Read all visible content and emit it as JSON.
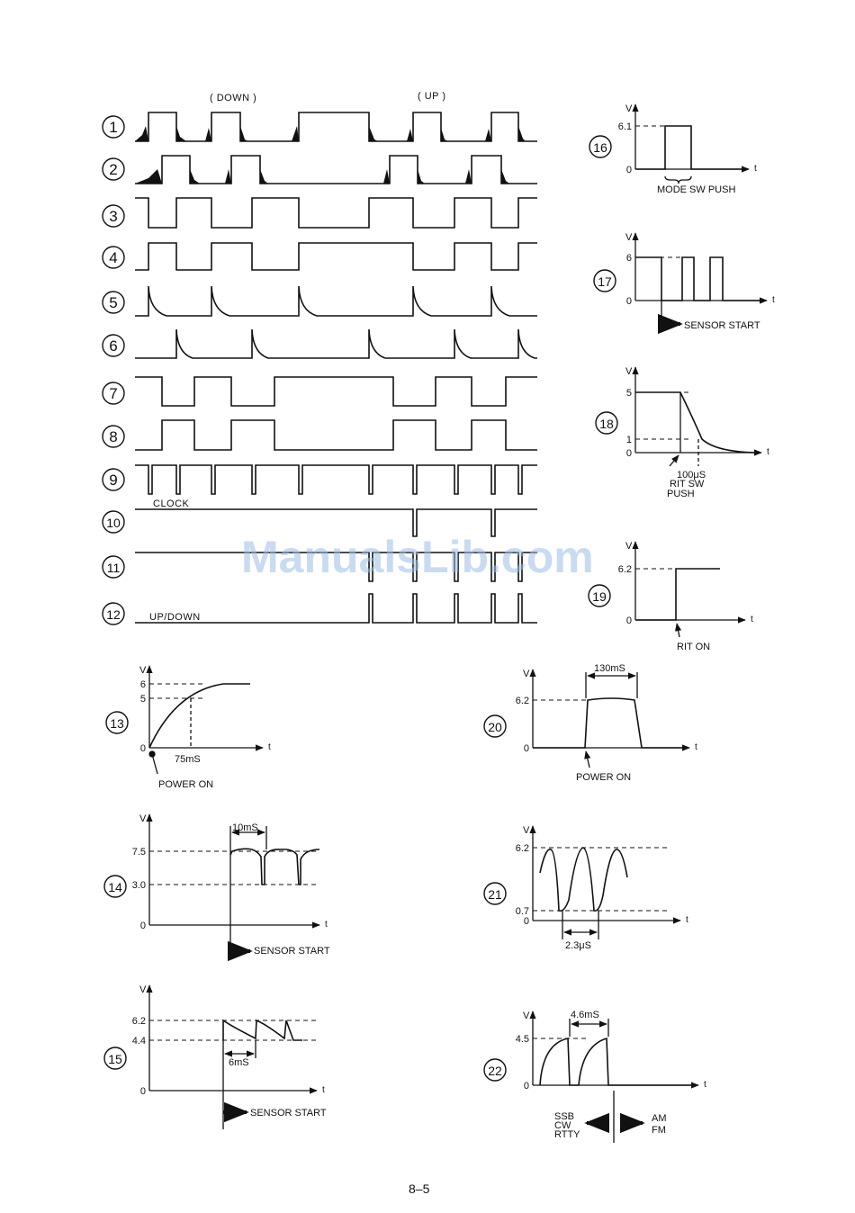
{
  "colors": {
    "ink": "#111111",
    "watermark": "#9cbde6"
  },
  "watermark": "ManualsLib.com",
  "page_number": "8–5",
  "timing": {
    "down_label": "( DOWN )",
    "up_label": "( UP )",
    "clock_label": "CLOCK",
    "updown_label": "UP/DOWN",
    "numbers": [
      "1",
      "2",
      "3",
      "4",
      "5",
      "6",
      "7",
      "8",
      "9",
      "10",
      "11",
      "12"
    ]
  },
  "graphs": [
    {
      "id": "13",
      "vlabel": "V",
      "tlabel": "t",
      "levels": [
        "6",
        "5",
        "0"
      ],
      "notes": [
        "75mS",
        "POWER ON"
      ]
    },
    {
      "id": "14",
      "vlabel": "V",
      "tlabel": "t",
      "levels": [
        "7.5",
        "3.0",
        "0"
      ],
      "notes": [
        "10mS",
        "SENSOR START"
      ]
    },
    {
      "id": "15",
      "vlabel": "V",
      "tlabel": "t",
      "levels": [
        "6.2",
        "4.4",
        "0"
      ],
      "notes": [
        "6mS",
        "SENSOR START"
      ]
    },
    {
      "id": "16",
      "vlabel": "V",
      "tlabel": "t",
      "levels": [
        "6.1",
        "0"
      ],
      "notes": [
        "MODE SW PUSH"
      ]
    },
    {
      "id": "17",
      "vlabel": "V",
      "tlabel": "t",
      "levels": [
        "6",
        "0"
      ],
      "notes": [
        "SENSOR START"
      ]
    },
    {
      "id": "18",
      "vlabel": "V",
      "tlabel": "t",
      "levels": [
        "5",
        "1",
        "0"
      ],
      "notes": [
        "100μS",
        "RIT SW",
        "PUSH"
      ]
    },
    {
      "id": "19",
      "vlabel": "V",
      "tlabel": "t",
      "levels": [
        "6.2",
        "0"
      ],
      "notes": [
        "RIT ON"
      ]
    },
    {
      "id": "20",
      "vlabel": "V",
      "tlabel": "t",
      "levels": [
        "6.2",
        "0"
      ],
      "notes": [
        "130mS",
        "POWER ON"
      ]
    },
    {
      "id": "21",
      "vlabel": "V",
      "tlabel": "t",
      "levels": [
        "6.2",
        "0.7",
        "0"
      ],
      "notes": [
        "2.3μS"
      ]
    },
    {
      "id": "22",
      "vlabel": "V",
      "tlabel": "t",
      "levels": [
        "4.5",
        "0"
      ],
      "notes": [
        "4.6mS",
        "SSB",
        "CW",
        "RTTY",
        "AM",
        "FM"
      ]
    }
  ]
}
